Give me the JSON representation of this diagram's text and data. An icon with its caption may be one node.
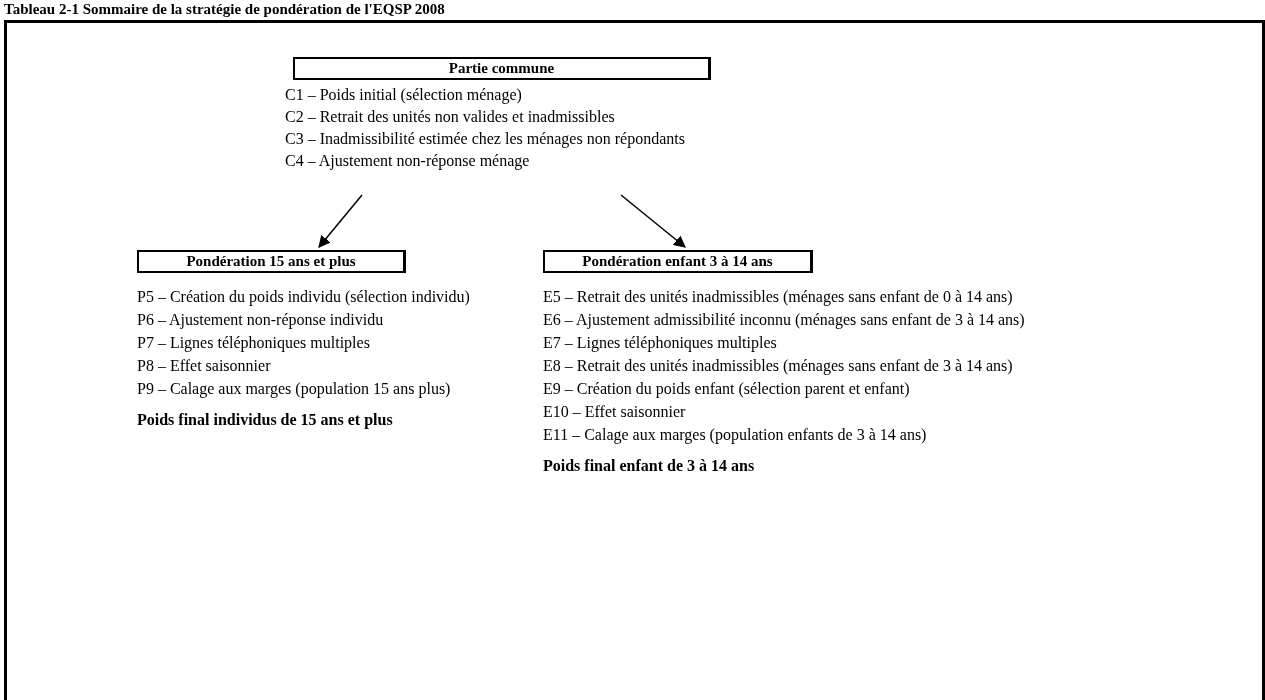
{
  "diagram": {
    "title": "Tableau 2-1 Sommaire de la stratégie de pondération de l'EQSP 2008",
    "nodes": [
      {
        "text": [
          "Partie commune"
        ],
        "beside": [
          "C1 – Poids initial (sélection ménage)",
          "C2 – Retrait des unités non valides et inadmissibles",
          "C3 – Inadmissibilité estimée chez les ménages non répondants",
          "C4 – Ajustement non-réponse ménage"
        ]
      },
      {
        "text": [
          "Pondération 15 ans et plus"
        ],
        "beside": [
          "P5 – Création du poids individu (sélection individu)",
          "P6 – Ajustement non-réponse individu",
          "P7 – Lignes téléphoniques multiples",
          "P8 – Effet saisonnier",
          "P9 – Calage aux marges (population 15 ans plus)"
        ]
      },
      {
        "text": [
          "Pondération enfant 3 à 14 ans"
        ],
        "beside": [
          "E5 – Retrait des unités inadmissibles (ménages sans enfant de 0 à 14 ans)",
          "E6 – Ajustement admissibilité inconnu (ménages sans enfant de 3 à 14 ans)",
          "E7 – Lignes téléphoniques multiples",
          "E8 – Retrait des unités inadmissibles (ménages sans enfant de 3 à 14 ans)",
          "E9 – Création du poids enfant (sélection parent et enfant)",
          "E10 – Effet saisonnier",
          "E11 – Calage aux marges (population enfants de 3 à 14 ans)"
        ]
      }
    ],
    "edges": [
      {
        "from": 0,
        "to": 1,
        "arrow": "to"
      },
      {
        "from": 0,
        "to": 2,
        "arrow": "to"
      }
    ],
    "labels": [
      "Poids final individus de 15 ans et plus",
      "Poids final enfant de 3 à 14 ans"
    ]
  }
}
